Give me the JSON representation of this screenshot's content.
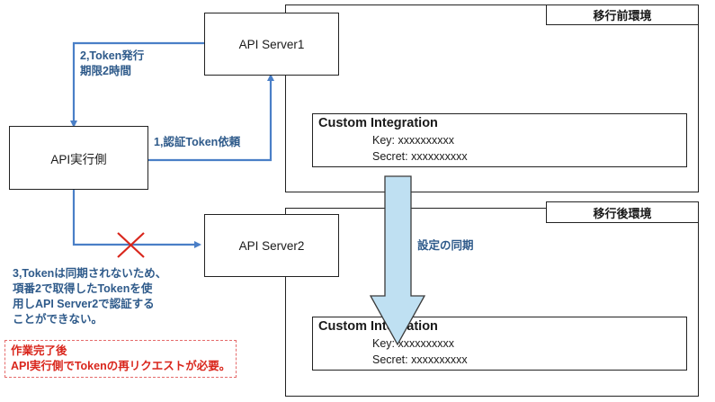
{
  "environments": {
    "before": {
      "label": "移行前環境",
      "custom_integration": {
        "title": "Custom Integration",
        "key": "Key: xxxxxxxxxx",
        "secret": "Secret: xxxxxxxxxx"
      }
    },
    "after": {
      "label": "移行後環境",
      "custom_integration": {
        "title": "Custom Integration",
        "key": "Key: xxxxxxxxxx",
        "secret": "Secret: xxxxxxxxxx"
      }
    }
  },
  "nodes": {
    "api_server1": "API Server1",
    "api_server2": "API Server2",
    "api_client": "API実行側"
  },
  "arrows": {
    "step1": "1,認証Token依頼",
    "step2_line1": "2,Token発行",
    "step2_line2": "期限2時間",
    "sync": "設定の同期"
  },
  "notes": {
    "step3": [
      "3,Tokenは同期されないため、",
      "項番2で取得したTokenを使",
      "用しAPI Server2で認証する",
      "ことができない。"
    ],
    "warning": [
      "作業完了後",
      "API実行側でTokenの再リクエストが必要。"
    ]
  },
  "colors": {
    "flow_line": "#4a7fc7",
    "sync_arrow_fill": "#bfe0f2",
    "cross": "#d9261c",
    "warning": "#d9261c",
    "note_text": "#2e5a8a"
  }
}
